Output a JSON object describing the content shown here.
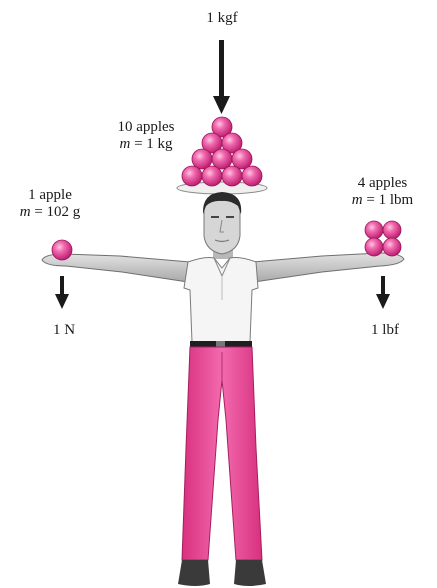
{
  "force_top": "1 kgf",
  "force_left": "1 N",
  "force_right": "1 lbf",
  "apples_10": {
    "count": "10 apples",
    "mass_symbol": "m",
    "mass_value": "= 1 kg"
  },
  "apples_1": {
    "count": "1 apple",
    "mass_symbol": "m",
    "mass_value": "= 102 g"
  },
  "apples_4": {
    "count": "4 apples",
    "mass_symbol": "m",
    "mass_value": "= 1 lbm"
  },
  "colors": {
    "apple": "#e8338c",
    "pants": "#ee4fa0",
    "shirt": "#f5f5f5",
    "skin": "#d0d0d0",
    "hair": "#2b2b2b",
    "arrow": "#1a1a1a"
  }
}
